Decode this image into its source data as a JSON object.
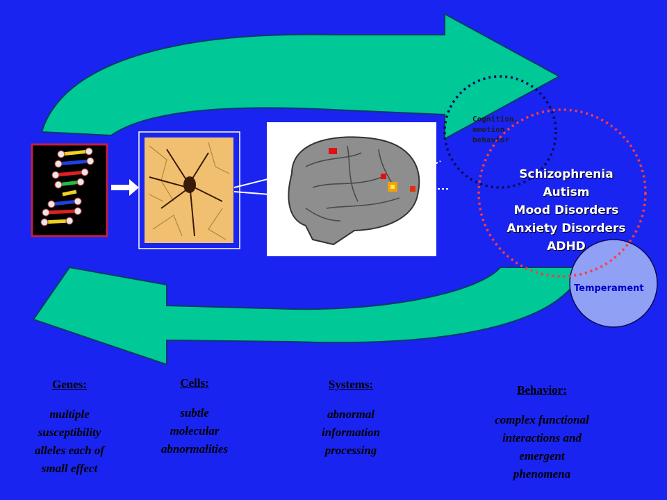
{
  "disorders": [
    "Schizophrenia",
    "Autism",
    "Mood Disorders",
    "Anxiety Disorders",
    "ADHD"
  ],
  "cognition": [
    "Cognition,",
    "emotion",
    "behavior"
  ],
  "temperament": "Temperament",
  "columns": [
    {
      "heading": "Genes:",
      "lines": [
        "multiple",
        "susceptibility",
        "alleles each of",
        "small effect"
      ]
    },
    {
      "heading": "Cells:",
      "lines": [
        "subtle",
        "molecular",
        "abnormalities"
      ]
    },
    {
      "heading": "Systems:",
      "lines": [
        "abnormal",
        "information",
        "processing"
      ]
    },
    {
      "heading": "Behavior:",
      "lines": [
        "complex functional",
        "interactions and",
        "emergent",
        "phenomena"
      ]
    }
  ],
  "colors": {
    "background": "#1a24f0",
    "arrow": "#00c896",
    "red_circle": "#ff3b3b",
    "navy_circle": "#0a0a55",
    "temperament": "#8fa0f5"
  }
}
